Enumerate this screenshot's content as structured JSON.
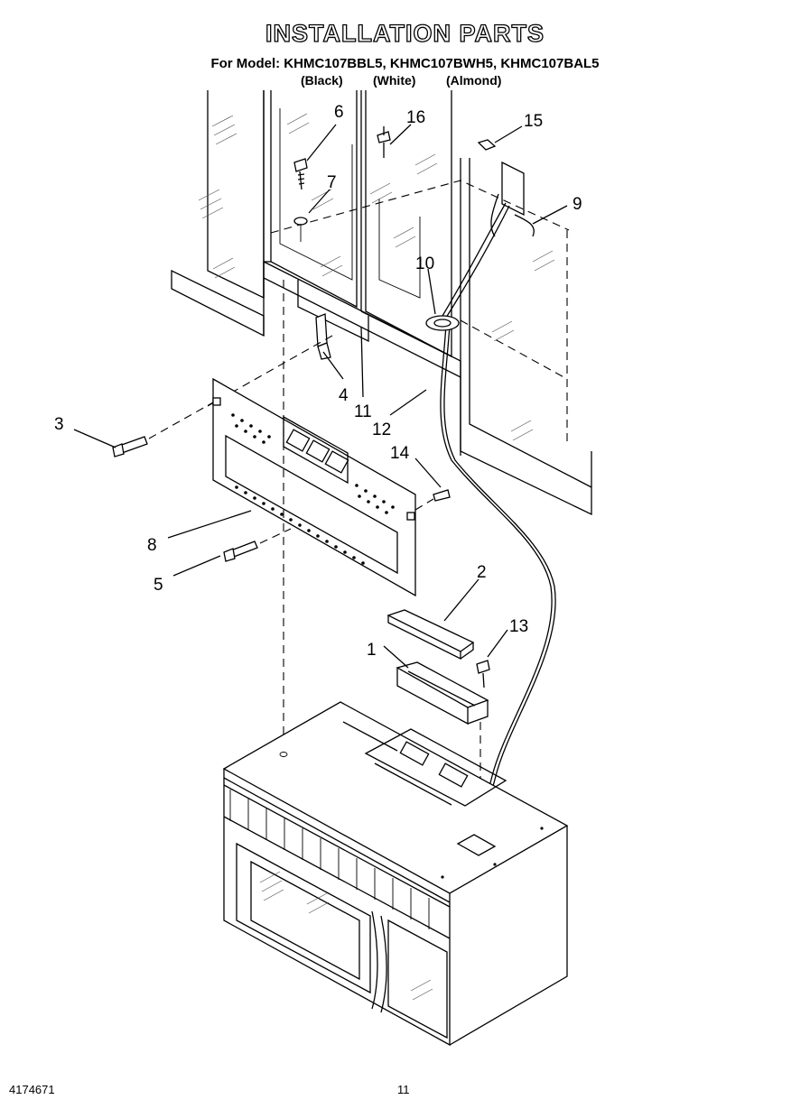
{
  "header": {
    "title": "INSTALLATION PARTS",
    "subtitle": "For Model: KHMC107BBL5, KHMC107BWH5, KHMC107BAL5",
    "colors": [
      "(Black)",
      "(White)",
      "(Almond)"
    ]
  },
  "callouts": [
    "1",
    "2",
    "3",
    "4",
    "5",
    "6",
    "7",
    "8",
    "9",
    "10",
    "11",
    "12",
    "13",
    "14",
    "15",
    "16"
  ],
  "footer": {
    "doc_number": "4174671",
    "page_number": "11"
  }
}
